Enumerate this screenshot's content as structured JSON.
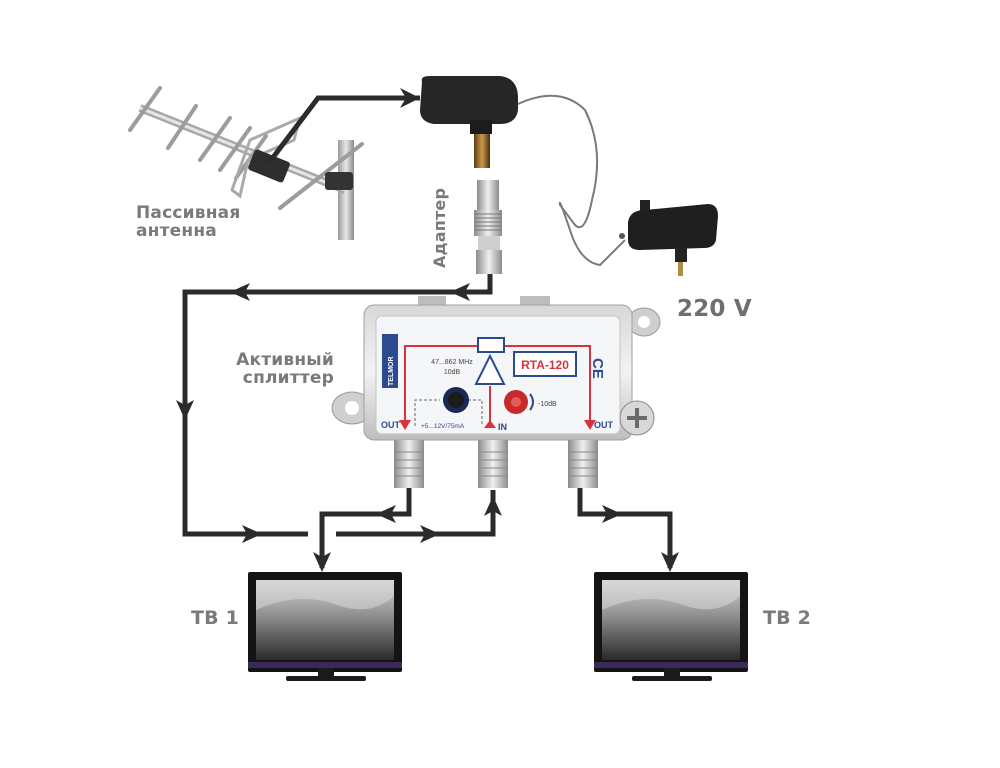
{
  "diagram": {
    "title": "Active splitter connection scheme",
    "labels": {
      "antenna": [
        "Пассивная",
        "антенна"
      ],
      "adapter": "Адаптер",
      "splitter": [
        "Активный",
        "сплиттер"
      ],
      "power": "220 V",
      "tv1": "ТВ 1",
      "tv2": "ТВ 2"
    },
    "splitter_panel": {
      "brand": "TELMOR",
      "model": "RTA-120",
      "freq": "47...862 MHz",
      "gain": "10dB",
      "attenuator": "-10dB",
      "power_spec": "+5...12V/75mA",
      "out_left": "OUT",
      "in": "IN",
      "out_right": "OUT",
      "ce_mark": "CE"
    },
    "colors": {
      "wire": "#2b2b2b",
      "label": "#7a7a7a",
      "panel_red": "#d9323f",
      "panel_blue": "#2c4a8f"
    },
    "nodes": [
      {
        "id": "antenna",
        "name": "Passive antenna"
      },
      {
        "id": "power-injector",
        "name": "Power adapter plug"
      },
      {
        "id": "adapter",
        "name": "F-connector adapter"
      },
      {
        "id": "power-supply",
        "name": "220 V power supply"
      },
      {
        "id": "splitter",
        "name": "Active splitter RTA-120"
      },
      {
        "id": "tv1",
        "name": "TV 1"
      },
      {
        "id": "tv2",
        "name": "TV 2"
      }
    ],
    "edges": [
      {
        "from": "antenna",
        "to": "power-injector"
      },
      {
        "from": "power-injector",
        "to": "adapter"
      },
      {
        "from": "power-supply",
        "to": "power-injector"
      },
      {
        "from": "adapter",
        "to": "splitter-in"
      },
      {
        "from": "splitter-out-left",
        "to": "tv1"
      },
      {
        "from": "splitter-out-right",
        "to": "tv2"
      }
    ]
  }
}
